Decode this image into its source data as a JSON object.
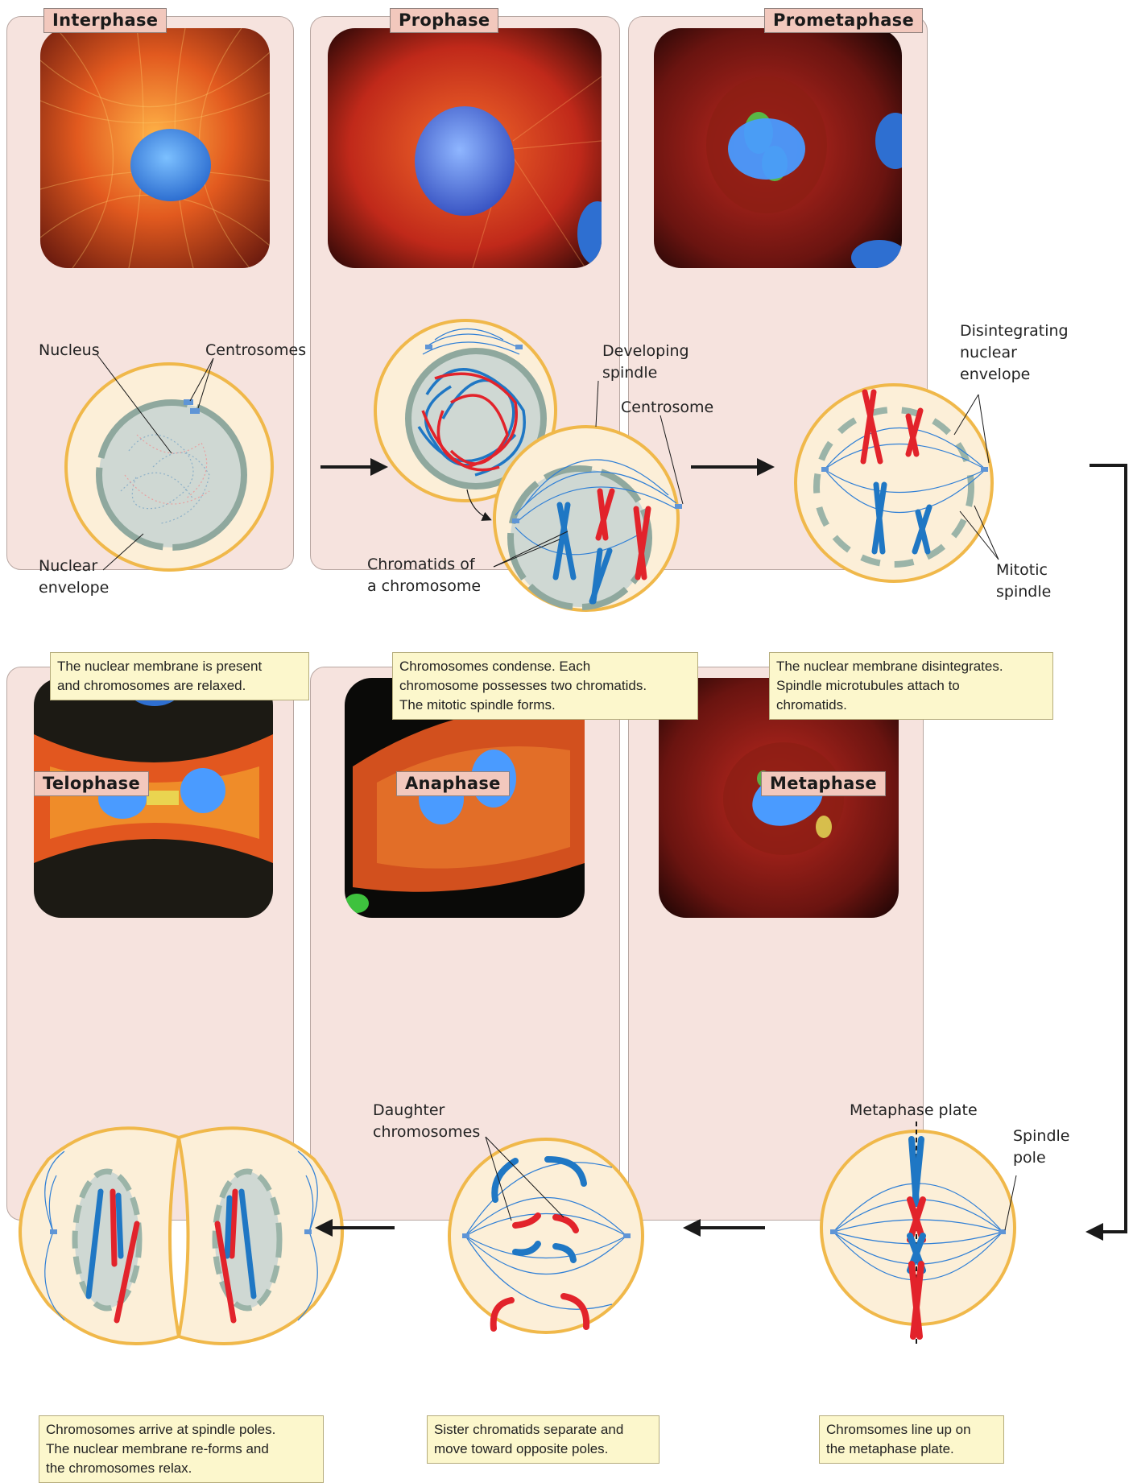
{
  "phases": {
    "interphase": {
      "title": "Interphase",
      "caption_lines": [
        "The nuclear membrane is present",
        "and chromosomes are relaxed."
      ],
      "labels": {
        "nucleus": "Nucleus",
        "centrosomes": "Centrosomes",
        "nuclear_envelope": [
          "Nuclear",
          "envelope"
        ]
      }
    },
    "prophase": {
      "title": "Prophase",
      "caption_lines": [
        "Chromosomes condense. Each",
        "chromosome possesses two chromatids.",
        "The mitotic spindle forms."
      ],
      "labels": {
        "developing_spindle": [
          "Developing",
          "spindle"
        ],
        "centrosome": "Centrosome",
        "chromatids": [
          "Chromatids of",
          "a chromosome"
        ]
      }
    },
    "prometaphase": {
      "title": "Prometaphase",
      "caption_lines": [
        "The nuclear membrane disintegrates.",
        "Spindle microtubules attach to",
        "chromatids."
      ],
      "labels": {
        "disintegrating": [
          "Disintegrating",
          "nuclear",
          "envelope"
        ],
        "mitotic_spindle": [
          "Mitotic",
          "spindle"
        ]
      }
    },
    "metaphase": {
      "title": "Metaphase",
      "caption_lines": [
        "Chromsomes line up on",
        "the metaphase plate."
      ],
      "labels": {
        "metaphase_plate": "Metaphase plate",
        "spindle_pole": [
          "Spindle",
          "pole"
        ]
      }
    },
    "anaphase": {
      "title": "Anaphase",
      "caption_lines": [
        "Sister chromatids separate and",
        "move toward opposite poles."
      ],
      "labels": {
        "daughter": [
          "Daughter",
          "chromosomes"
        ]
      }
    },
    "telophase": {
      "title": "Telophase",
      "caption_lines": [
        "Chromosomes arrive at spindle poles.",
        "The nuclear membrane re-forms and",
        "the chromosomes relax."
      ]
    }
  },
  "colors": {
    "panel": "#f6e3de",
    "tab": "#f2c8bd",
    "caption": "#fcf7cc",
    "cell_fill": "#fcefd8",
    "cell_border": "#f0b84a",
    "nucleus": "#cfd8d3",
    "chromosome_red": "#e2232b",
    "chromosome_blue": "#1f77c4",
    "spindle": "#2f7fd6"
  }
}
